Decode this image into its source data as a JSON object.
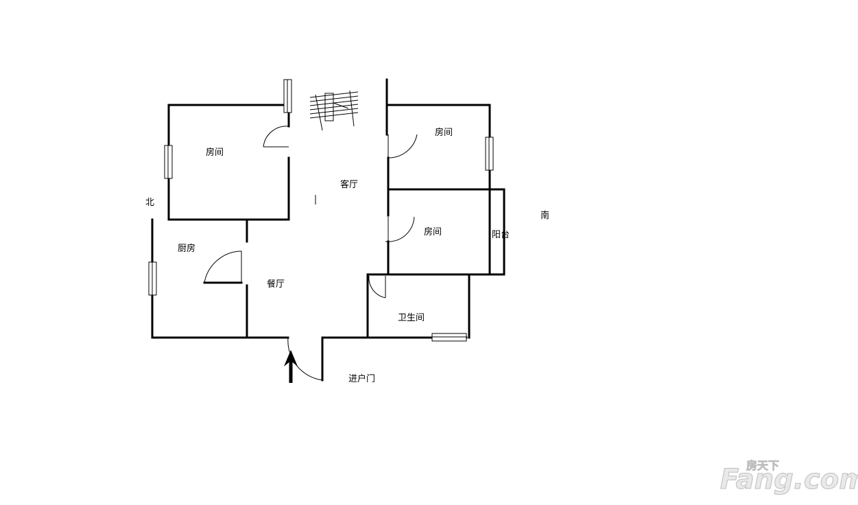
{
  "rooms": {
    "bedroom_north": "房间",
    "living_room": "客厅",
    "bedroom_east_top": "房间",
    "bedroom_east_mid": "房间",
    "balcony": "阳台",
    "kitchen": "厨房",
    "dining_room": "餐厅",
    "bathroom": "卫生间",
    "entrance": "进户门"
  },
  "compass": {
    "north": "北",
    "south": "南"
  },
  "watermark": {
    "brand_cn": "房天下",
    "brand_en": "Fang.com"
  }
}
